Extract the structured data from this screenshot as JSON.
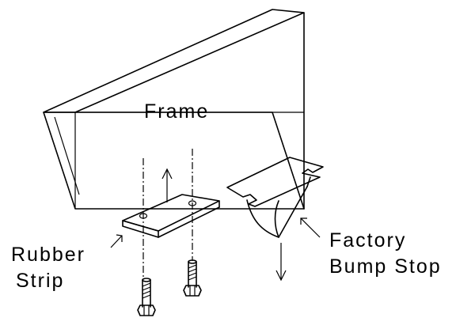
{
  "labels": {
    "frame": "Frame",
    "rubber_strip": [
      "Rubber",
      "Strip"
    ],
    "bump_stop": [
      "Factory",
      "Bump Stop"
    ]
  },
  "colors": {
    "line": "#000000",
    "background": "#ffffff"
  }
}
